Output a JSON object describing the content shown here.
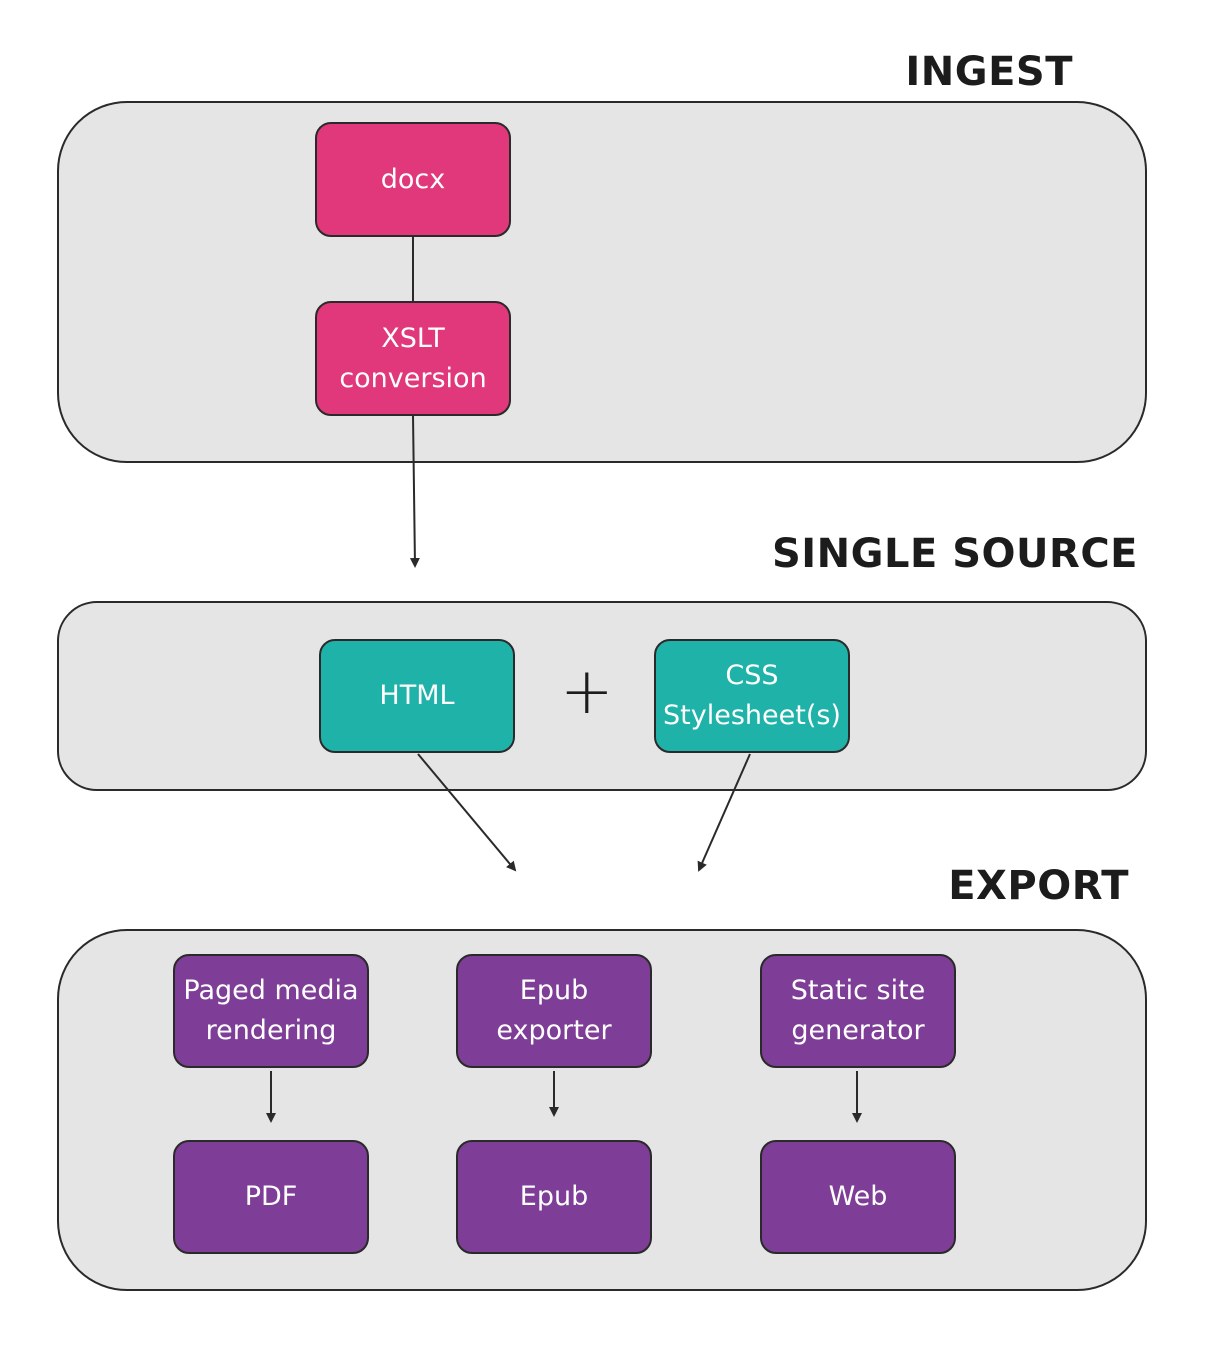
{
  "sections": {
    "ingest": "INGEST",
    "single_source": "SINGLE SOURCE",
    "export": "EXPORT"
  },
  "nodes": {
    "docx": "docx",
    "xslt": "XSLT\nconversion",
    "html": "HTML",
    "plus": "+",
    "css": "CSS\nStylesheet(s)",
    "paged_media": "Paged media\nrendering",
    "epub_exporter": "Epub\nexporter",
    "static_site": "Static site\ngenerator",
    "pdf": "PDF",
    "epub": "Epub",
    "web": "Web"
  },
  "colors": {
    "ingest_node": "#e0387a",
    "single_source_node": "#1fb2a9",
    "export_node": "#7e3d96",
    "panel": "#e5e5e5"
  }
}
